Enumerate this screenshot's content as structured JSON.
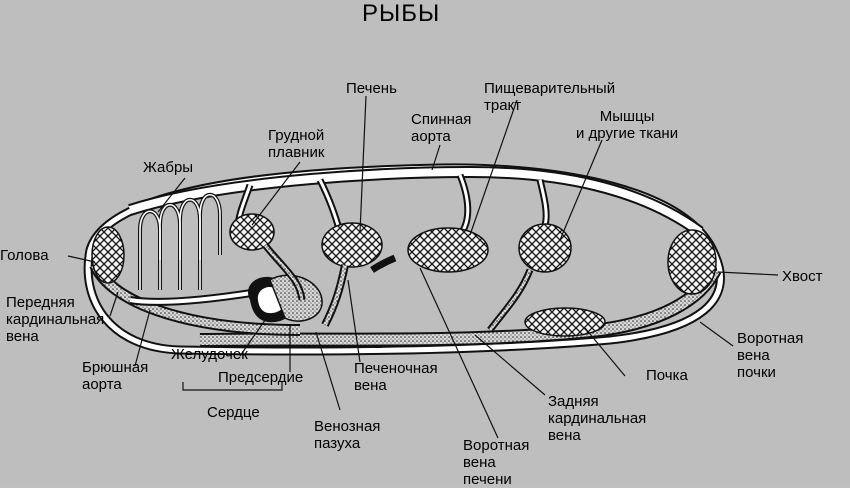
{
  "title": "РЫБЫ",
  "labels": {
    "liver": "Печень",
    "digestive_tract_1": "Пищеварительный",
    "digestive_tract_2": "тракт",
    "dorsal_aorta_1": "Спинная",
    "dorsal_aorta_2": "аорта",
    "muscles_1": "Мышцы",
    "muscles_2": "и другие ткани",
    "pectoral_fin_1": "Грудной",
    "pectoral_fin_2": "плавник",
    "gills": "Жабры",
    "head": "Голова",
    "tail": "Хвост",
    "anterior_cardinal_1": "Передняя",
    "anterior_cardinal_2": "кардинальная",
    "anterior_cardinal_3": "вена",
    "ventral_aorta_1": "Брюшная",
    "ventral_aorta_2": "аорта",
    "ventricle": "Желудочек",
    "atrium": "Предсердие",
    "heart": "Сердце",
    "hepatic_vein_1": "Печеночная",
    "hepatic_vein_2": "вена",
    "sinus_venosus_1": "Венозная",
    "sinus_venosus_2": "пазуха",
    "hepatic_portal_1": "Воротная",
    "hepatic_portal_2": "вена",
    "hepatic_portal_3": "печени",
    "posterior_cardinal_1": "Задняя",
    "posterior_cardinal_2": "кардинальная",
    "posterior_cardinal_3": "вена",
    "kidney": "Почка",
    "renal_portal_1": "Воротная",
    "renal_portal_2": "вена",
    "renal_portal_3": "почки"
  }
}
